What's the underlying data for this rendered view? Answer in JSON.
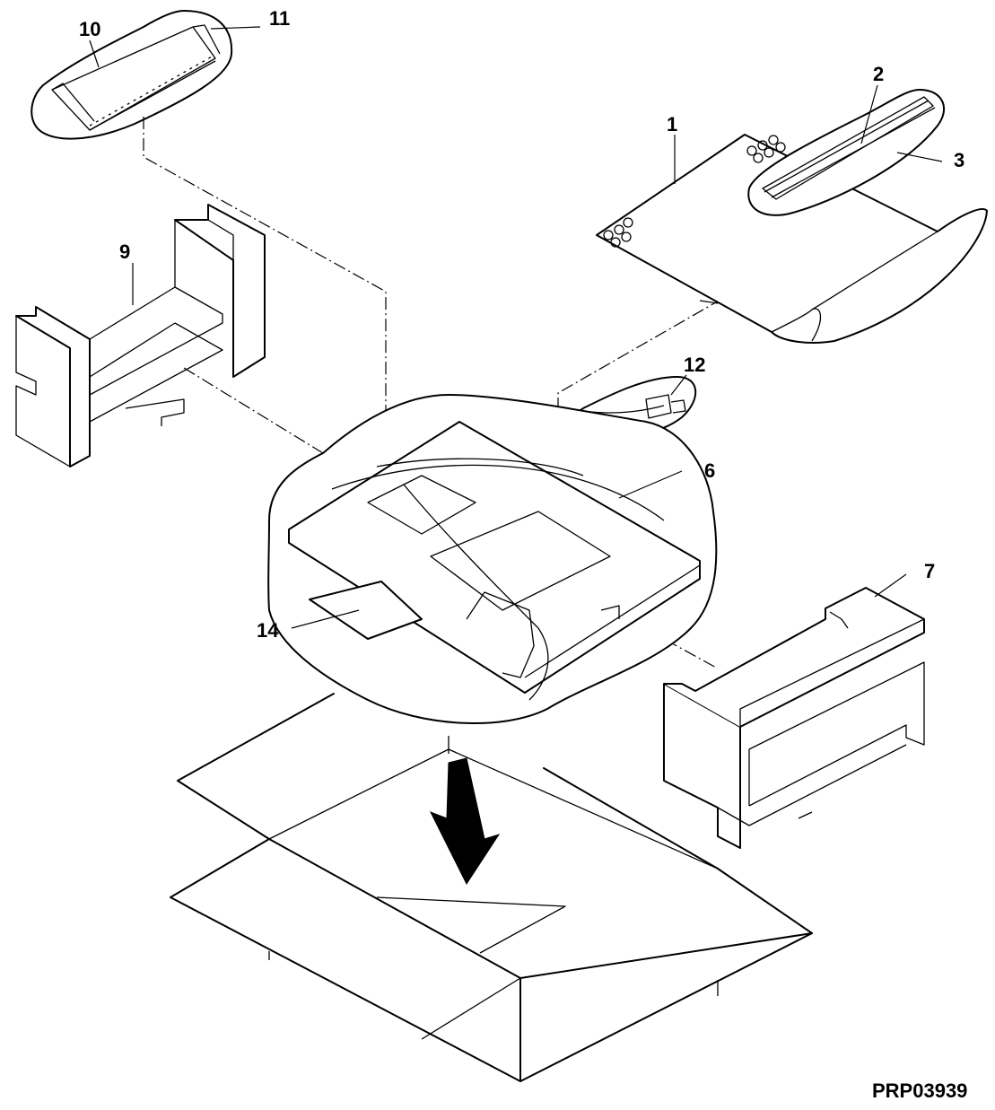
{
  "callouts": {
    "c1": "1",
    "c2": "2",
    "c3": "3",
    "c6": "6",
    "c7": "7",
    "c9": "9",
    "c10": "10",
    "c11": "11",
    "c12": "12",
    "c14": "14"
  },
  "figure_id": "PRP03939",
  "arrow": {
    "direction": "down",
    "color": "#000000"
  }
}
